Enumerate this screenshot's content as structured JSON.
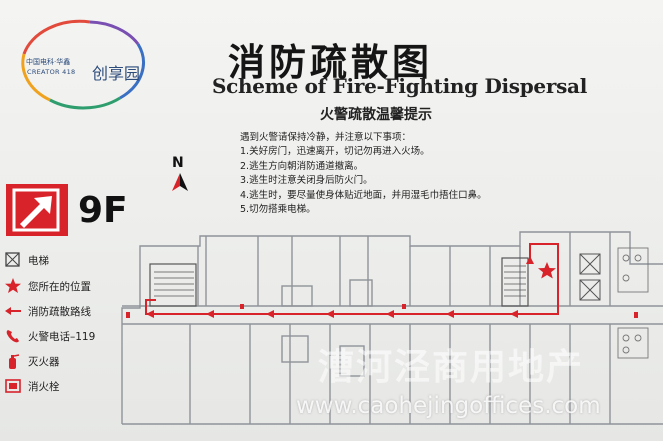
{
  "logo": {
    "company": "中国电科·华鑫",
    "code": "CREATOR 418",
    "name": "创享园"
  },
  "title": {
    "cn": "消防疏散图",
    "en": "Scheme of Fire-Fighting Dispersal"
  },
  "tips": {
    "title": "火警疏散温馨提示",
    "intro": "遇到火警请保持冷静，并注意以下事项：",
    "items": [
      "1.关好房门，迅速离开，切记勿再进入火场。",
      "2.逃生方向朝消防通道撤离。",
      "3.逃生时注意关闭身后防火门。",
      "4.逃生时，要尽量使身体贴近地面，并用湿毛巾捂住口鼻。",
      "5.切勿搭乘电梯。"
    ]
  },
  "compass": {
    "label": "N"
  },
  "floor": {
    "label": "9F"
  },
  "legend": [
    {
      "icon": "elevator-icon",
      "label": "电梯"
    },
    {
      "icon": "you-are-here-star-icon",
      "label": "您所在的位置"
    },
    {
      "icon": "evacuation-arrow-icon",
      "label": "消防疏散路线"
    },
    {
      "icon": "fire-phone-icon",
      "label": "火警电话–119"
    },
    {
      "icon": "fire-extinguisher-icon",
      "label": "灭火器"
    },
    {
      "icon": "fire-hydrant-icon",
      "label": "消火栓"
    }
  ],
  "watermark": {
    "text": "漕河泾商用地产"
  },
  "website": {
    "text": "www.caohejingoffices.com"
  },
  "colors": {
    "accent_red": "#d8232a",
    "text_dark": "#151515",
    "plan_line": "#8f9399",
    "logo_blue": "#2c4c7c"
  }
}
